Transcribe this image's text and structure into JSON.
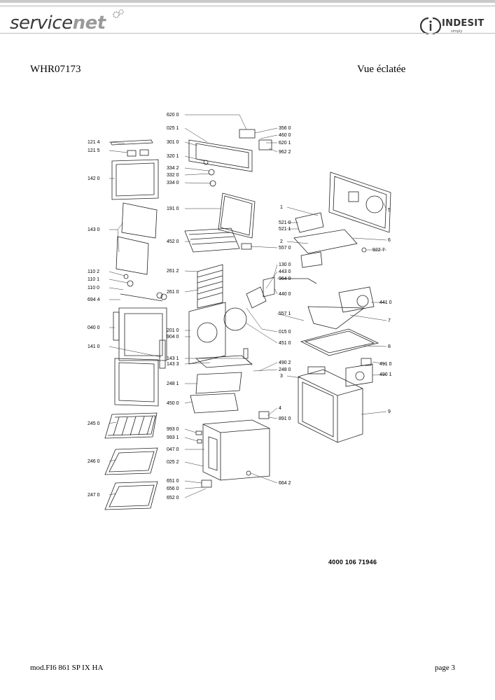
{
  "header": {
    "brand_part1": "service",
    "brand_part2": "net",
    "logo_right": "INDESIT",
    "logo_tagline": "simply"
  },
  "document": {
    "model": "WHR07173",
    "view_title": "Vue éclatée",
    "part_code": "4000 106 71946",
    "footer_model": "mod.FI6 861 SP IX HA",
    "page": "page 3"
  },
  "diagram": {
    "labels_left": [
      "121 4",
      "121 5",
      "142 0",
      "143 0",
      "110 2",
      "110 1",
      "110 0",
      "694 4",
      "040 0",
      "141 0",
      "245 0",
      "246 0",
      "247 0"
    ],
    "labels_center_left": [
      "620 0",
      "025 1",
      "301 0",
      "320 1",
      "334 2",
      "332 0",
      "334 0",
      "191 0",
      "452 0",
      "261 2",
      "261 0",
      "201 0",
      "904 0",
      "143 1",
      "143 3",
      "248 1",
      "450 0",
      "993 0",
      "993 1",
      "047 0",
      "025 2",
      "651 0",
      "656 0",
      "652 0"
    ],
    "labels_center_right": [
      "356 0",
      "460 0",
      "620 1",
      "962 2",
      "557 0",
      "130 0",
      "443 0",
      "964 0",
      "440 0",
      "557 1",
      "015 0",
      "451 0",
      "490 2",
      "248 0",
      "4",
      "891 0",
      "664 2"
    ],
    "labels_right": [
      "5",
      "1",
      "521 0",
      "521 1",
      "2",
      "6",
      "922 7",
      "441 0",
      "7",
      "8",
      "3",
      "491 0",
      "490 1",
      "9"
    ]
  }
}
